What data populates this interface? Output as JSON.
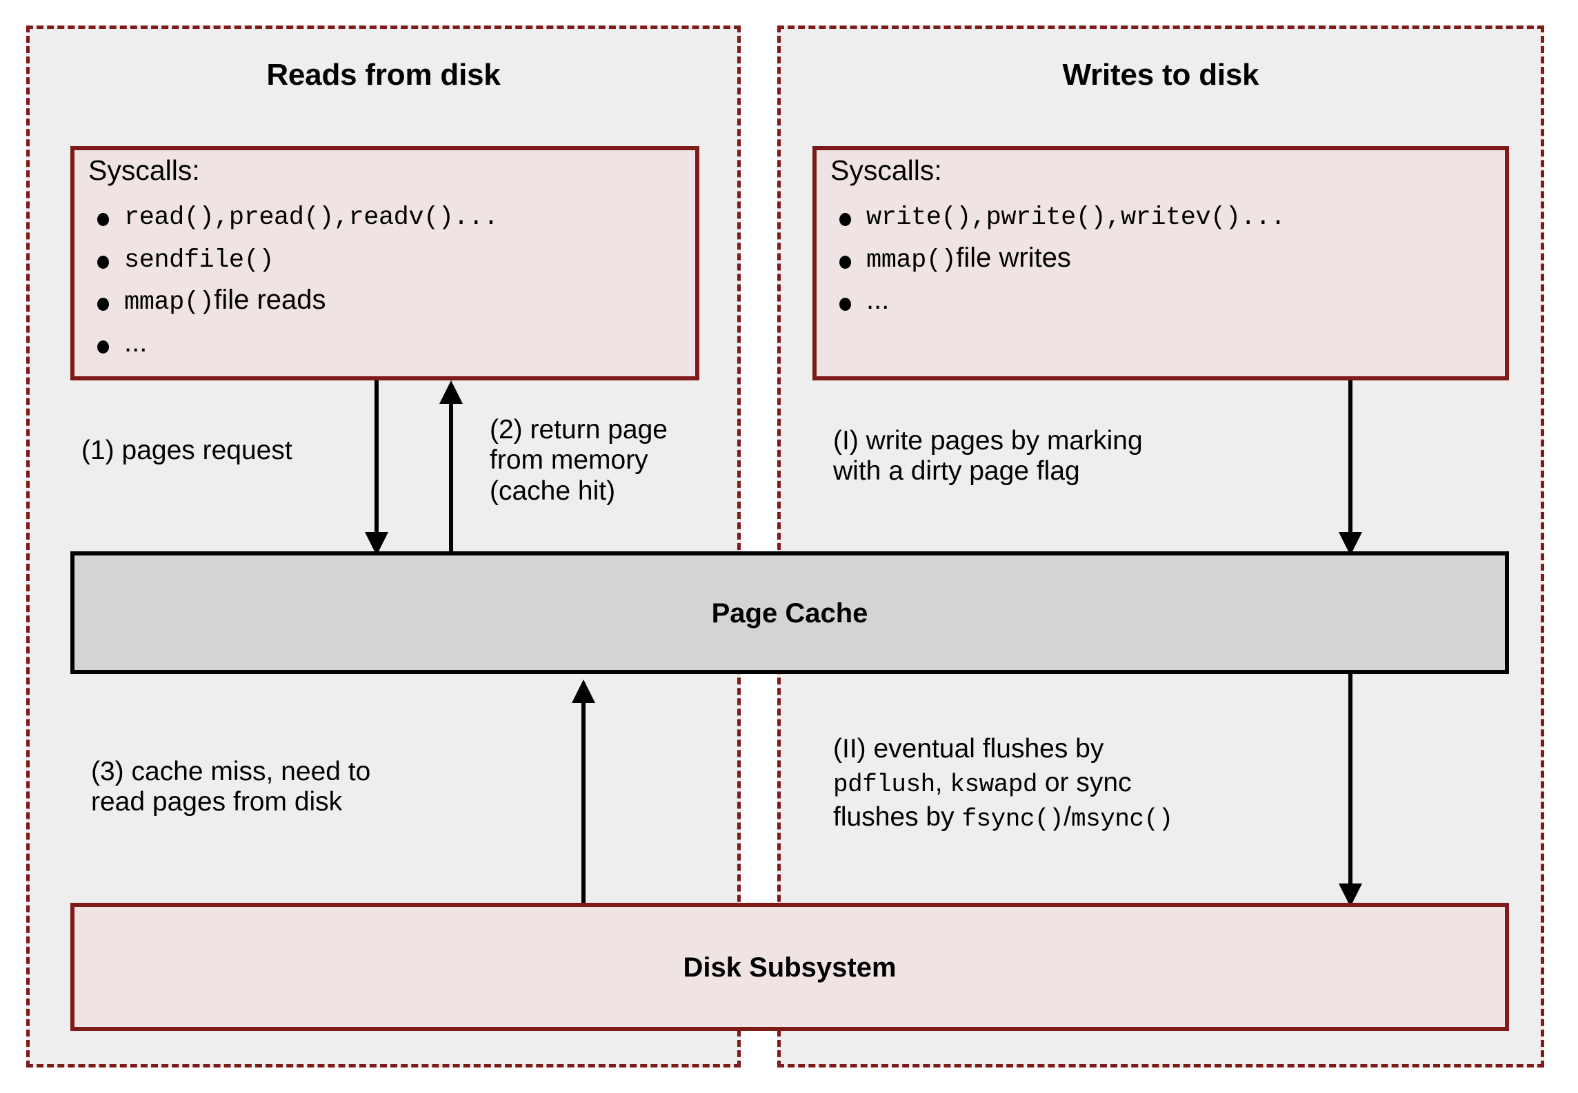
{
  "panels": {
    "reads": {
      "title": "Reads from disk",
      "syscalls_heading": "Syscalls:",
      "syscalls": [
        {
          "code": "read(),pread(),readv()...",
          "text": ""
        },
        {
          "code": "sendfile()",
          "text": ""
        },
        {
          "code": "mmap()",
          "text": "file reads"
        },
        {
          "code": "",
          "text": "..."
        }
      ],
      "annotations": {
        "step1": "(1) pages request",
        "step2": "(2) return page\nfrom memory\n(cache hit)",
        "step3": "(3) cache miss, need to\nread pages from disk"
      }
    },
    "writes": {
      "title": "Writes to disk",
      "syscalls_heading": "Syscalls:",
      "syscalls": [
        {
          "code": "write(),pwrite(),writev()...",
          "text": ""
        },
        {
          "code": "mmap()",
          "text": "file writes"
        },
        {
          "code": "",
          "text": "..."
        }
      ],
      "annotations": {
        "stepI": "(I) write pages by marking\nwith a dirty page flag",
        "stepII_part1": "(II) eventual flushes by",
        "stepII_code1": "pdflush",
        "stepII_part2": ", ",
        "stepII_code2": "kswapd",
        "stepII_part3": " or sync",
        "stepII_part4": "flushes by ",
        "stepII_code3": "fsync()",
        "stepII_part5": "/",
        "stepII_code4": "msync()"
      }
    }
  },
  "page_cache": {
    "label": "Page Cache"
  },
  "disk_subsystem": {
    "label": "Disk Subsystem"
  },
  "colors": {
    "panel_border": "#7e1a18",
    "panel_fill": "#eeeeee",
    "box_border": "#7e1a18",
    "box_fill": "#efe4e3",
    "cache_fill": "#d4d4d4",
    "cache_border": "#000000",
    "arrow": "#000000"
  }
}
